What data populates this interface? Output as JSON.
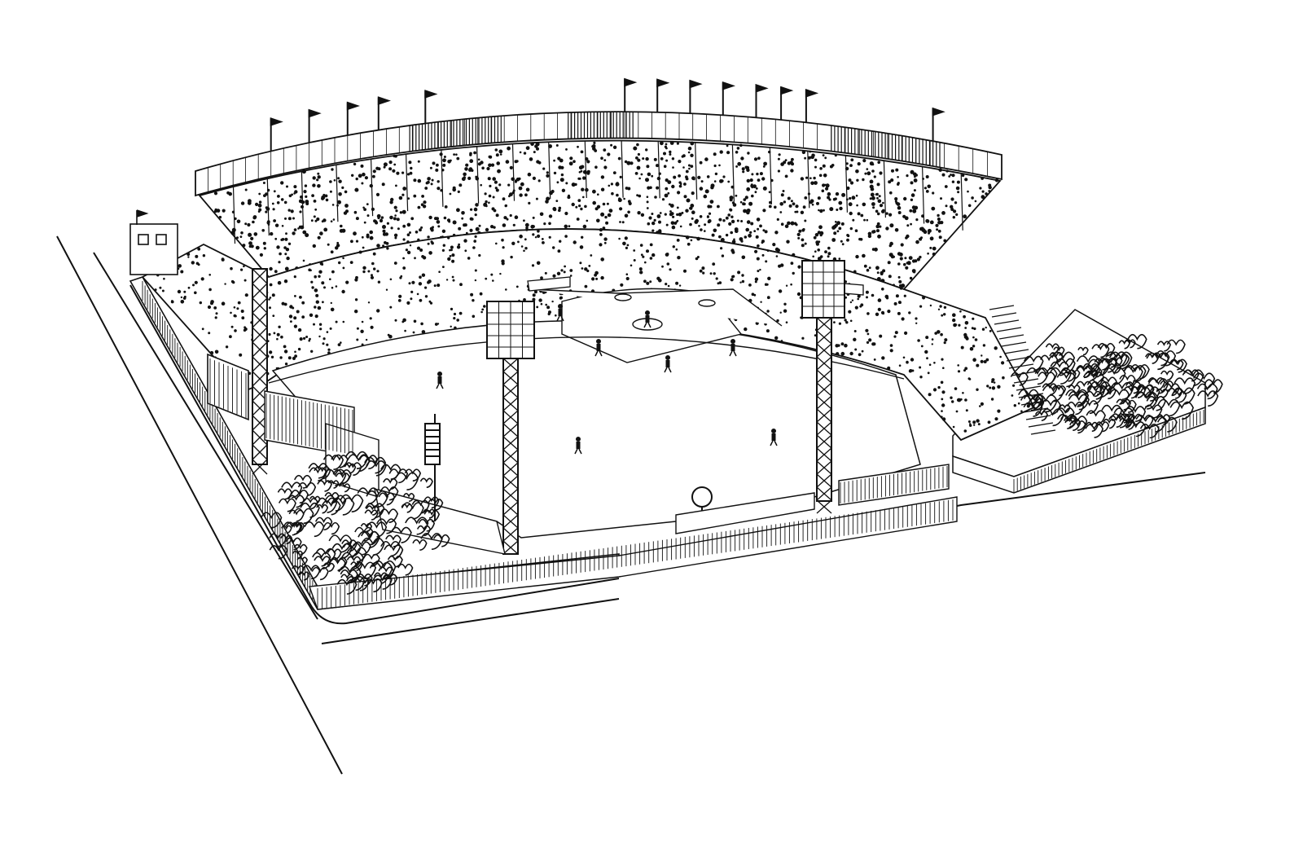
{
  "image": {
    "subject": "stadium-illustration",
    "style": "pen-and-ink"
  },
  "colors": {
    "background": "#ffffff",
    "ink": "#111111",
    "field": "#ffffff"
  },
  "parts": {
    "upper_deck": "upper-deck-stands",
    "lower_deck": "lower-deck-stands",
    "roof": "grandstand-roof",
    "pennants": "pennant-icon",
    "light_towers": "light-tower",
    "field": "playing-field",
    "infield": "infield-diamond",
    "players": "player-figure",
    "outfield_wall": "outfield-wall",
    "bleachers": "right-field-bleachers",
    "trees": "tree-cluster",
    "flagpole": "flagpole-icon",
    "scoreboard": "scoreboard",
    "clock": "clock-icon",
    "streets": "street-curb"
  }
}
